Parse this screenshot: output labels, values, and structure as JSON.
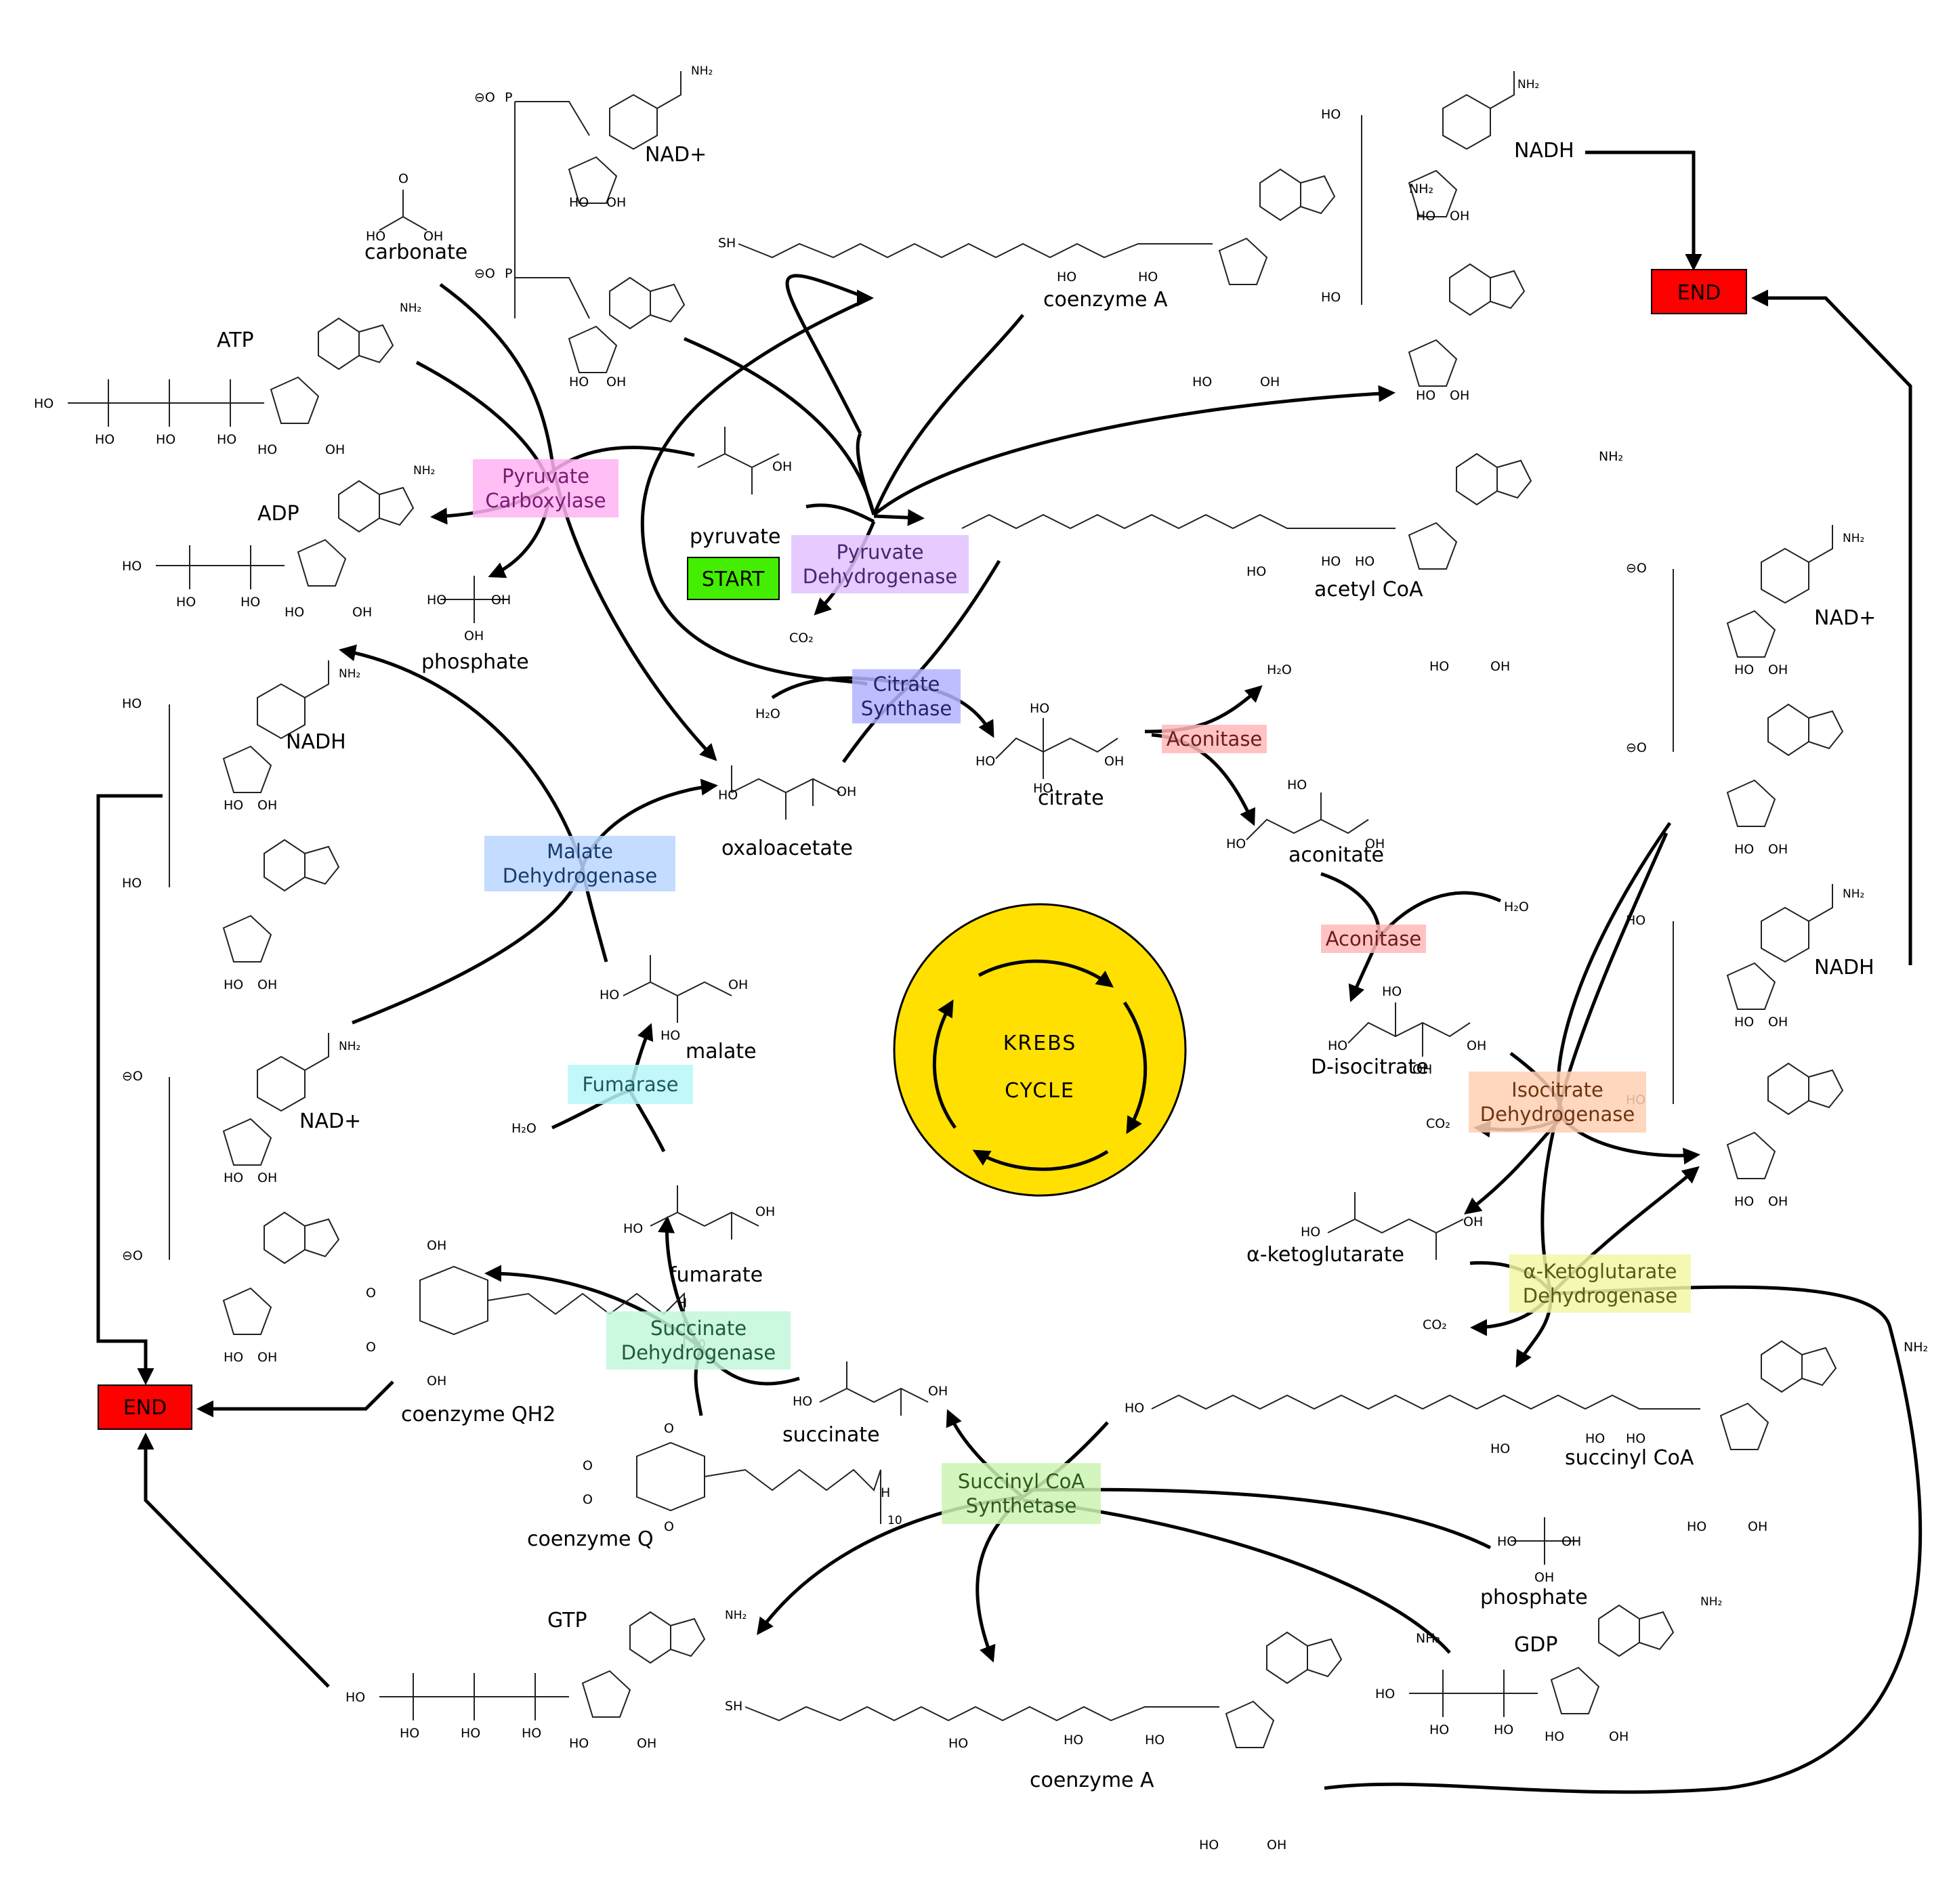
{
  "compounds": {
    "nad_top": "NAD+",
    "carbonate": "carbonate",
    "atp": "ATP",
    "adp": "ADP",
    "phosphate_left": "phosphate",
    "pyruvate": "pyruvate",
    "coenzyme_a_top": "coenzyme A",
    "nadh_top_right": "NADH",
    "acetyl_coa": "acetyl CoA",
    "nad_right": "NAD+",
    "nadh_right": "NADH",
    "nadh_left": "NADH",
    "nad_left": "NAD+",
    "oxaloacetate": "oxaloacetate",
    "citrate": "citrate",
    "aconitate": "aconitate",
    "isocitrate": "D-isocitrate",
    "malate": "malate",
    "fumarate": "fumarate",
    "coenzyme_qh2": "coenzyme QH2",
    "coenzyme_q": "coenzyme Q",
    "succinate": "succinate",
    "alpha_ketoglutarate": "α-ketoglutarate",
    "succinyl_coa": "succinyl CoA",
    "phosphate_right": "phosphate",
    "gdp": "GDP",
    "gtp": "GTP",
    "coenzyme_a_bottom": "coenzyme A"
  },
  "small_molecules": {
    "co2": "CO₂",
    "h2o": "H₂O"
  },
  "enzymes": [
    {
      "id": "pyruvate-carboxylase",
      "line1": "Pyruvate",
      "line2": "Carboxylase",
      "fill": "#ffb3f2",
      "text": "#7a1a72"
    },
    {
      "id": "pyruvate-dehydrogenase",
      "line1": "Pyruvate",
      "line2": "Dehydrogenase",
      "fill": "#e0c2ff",
      "text": "#4b2470"
    },
    {
      "id": "citrate-synthase",
      "line1": "Citrate",
      "line2": "Synthase",
      "fill": "#b3b3ff",
      "text": "#22226e"
    },
    {
      "id": "aconitase-1",
      "line1": "Aconitase",
      "line2": "",
      "fill": "#ffb8b8",
      "text": "#6e1a1a"
    },
    {
      "id": "aconitase-2",
      "line1": "Aconitase",
      "line2": "",
      "fill": "#ffb8b8",
      "text": "#6e1a1a"
    },
    {
      "id": "isocitrate-dehydrogenase",
      "line1": "Isocitrate",
      "line2": "Dehydrogenase",
      "fill": "#ffcfb3",
      "text": "#6e3410"
    },
    {
      "id": "akg-dehydrogenase",
      "line1": "α-Ketoglutarate",
      "line2": "Dehydrogenase",
      "fill": "#f2f7a6",
      "text": "#595a12"
    },
    {
      "id": "succinyl-coa-synthetase",
      "line1": "Succinyl CoA",
      "line2": "Synthetase",
      "fill": "#ccf5b3",
      "text": "#2e5a1a"
    },
    {
      "id": "succinate-dehydrogenase",
      "line1": "Succinate",
      "line2": "Dehydrogenase",
      "fill": "#c2f7d9",
      "text": "#1d5a3a"
    },
    {
      "id": "fumarase",
      "line1": "Fumarase",
      "line2": "",
      "fill": "#b8f7fa",
      "text": "#1a5a60"
    },
    {
      "id": "malate-dehydrogenase",
      "line1": "Malate",
      "line2": "Dehydrogenase",
      "fill": "#b8d6ff",
      "text": "#1a3a6e"
    }
  ],
  "markers": {
    "start": "START",
    "end": "END",
    "start_color": "#44ee00",
    "end_color": "#ff0000"
  },
  "cycle": {
    "line1": "KREBS",
    "line2": "CYCLE",
    "color": "#ffe000"
  }
}
